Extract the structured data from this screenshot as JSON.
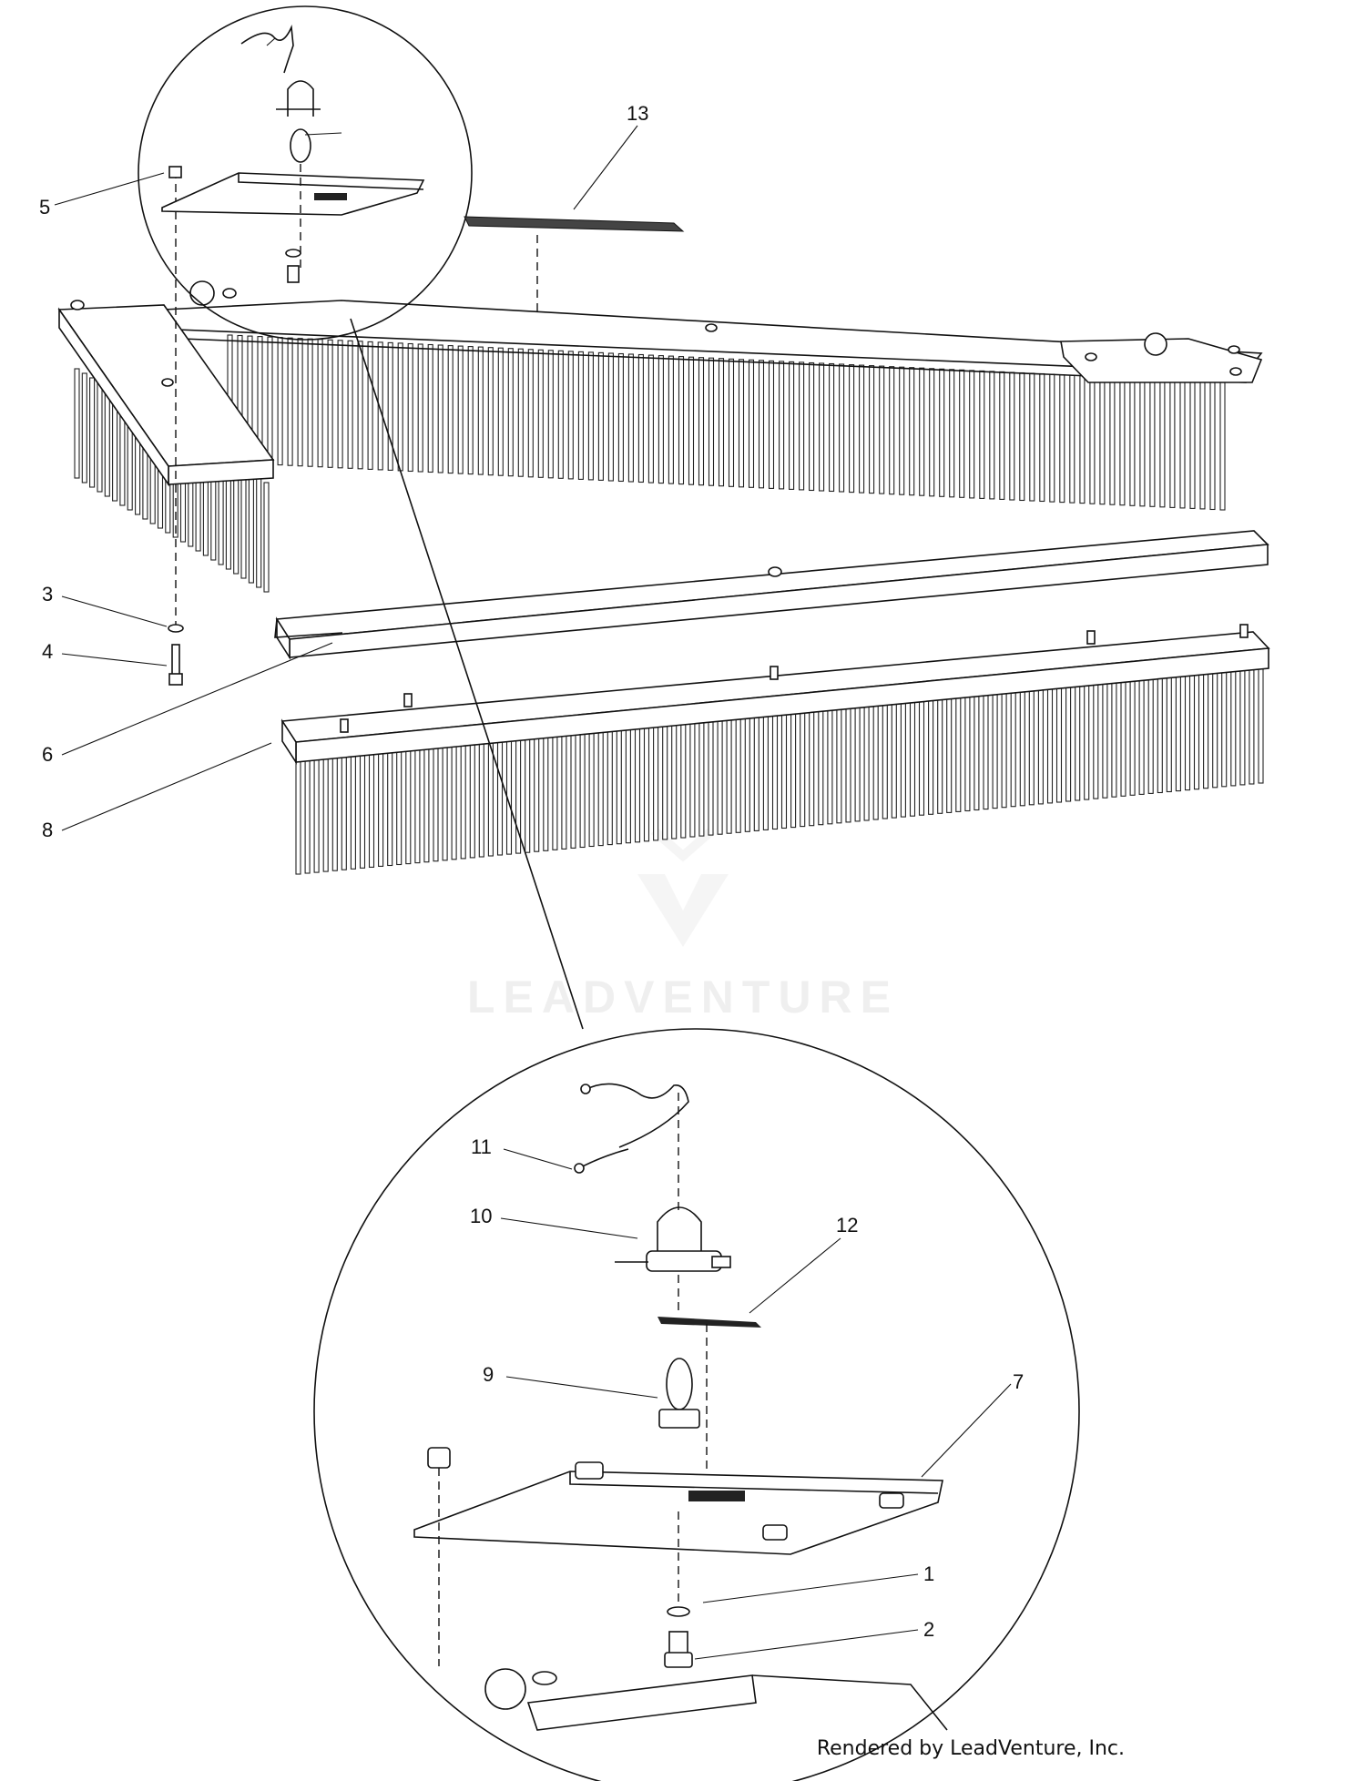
{
  "diagram": {
    "callouts": [
      "1",
      "2",
      "3",
      "4",
      "5",
      "6",
      "7",
      "8",
      "9",
      "10",
      "11",
      "12",
      "13"
    ],
    "watermark": "LEADVENTURE",
    "credit": "Rendered by LeadVenture, Inc."
  }
}
